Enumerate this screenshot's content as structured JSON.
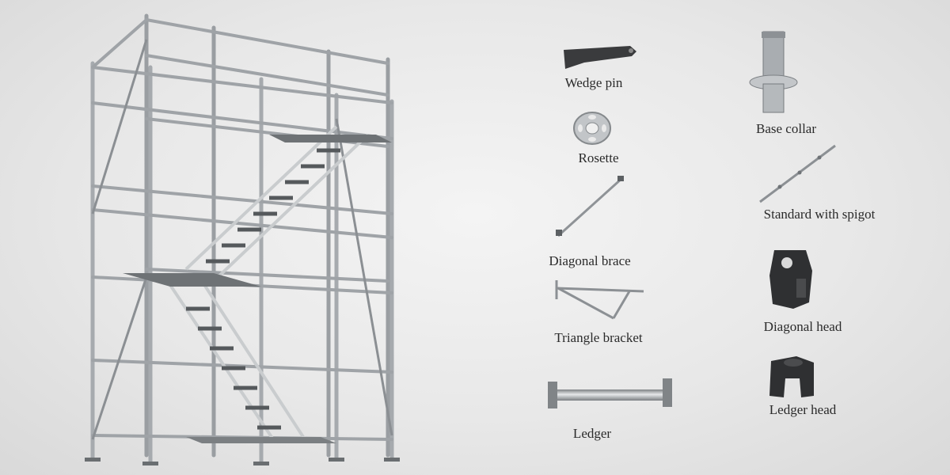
{
  "colors": {
    "background": "#e8e8e8",
    "steel": "#b9bcbf",
    "steel_dark": "#7d8185",
    "cast_black": "#2e2f31",
    "label_text": "#2a2a2a"
  },
  "scaffold": {
    "icon": "ringlock-stair-tower"
  },
  "parts": [
    {
      "label": "Wedge pin",
      "icon": "wedge-pin-icon"
    },
    {
      "label": "Base collar",
      "icon": "base-collar-icon"
    },
    {
      "label": "Rosette",
      "icon": "rosette-icon"
    },
    {
      "label": "Standard with spigot",
      "icon": "standard-spigot-icon"
    },
    {
      "label": "Diagonal brace",
      "icon": "diagonal-brace-icon"
    },
    {
      "label": "Diagonal head",
      "icon": "diagonal-head-icon"
    },
    {
      "label": "Triangle bracket",
      "icon": "triangle-bracket-icon"
    },
    {
      "label": "Ledger head",
      "icon": "ledger-head-icon"
    },
    {
      "label": "Ledger",
      "icon": "ledger-icon"
    }
  ]
}
